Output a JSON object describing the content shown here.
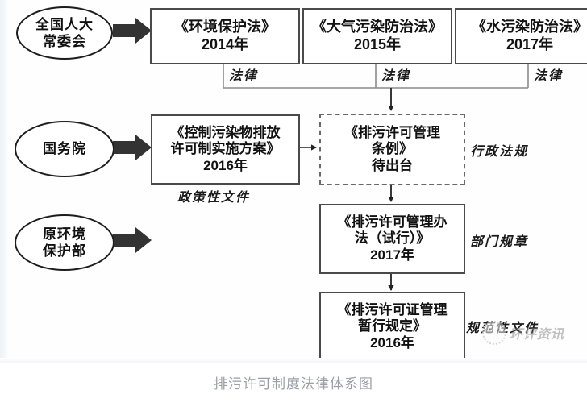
{
  "caption": "排污许可制度法律体系图",
  "diagram": {
    "title": "排污许可制度法律体系图",
    "actors": [
      {
        "id": "npc",
        "label_line1": "全国人大",
        "label_line2": "常委会"
      },
      {
        "id": "state-council",
        "label_line1": "国务院",
        "label_line2": ""
      },
      {
        "id": "mep",
        "label_line1": "原环境",
        "label_line2": "保护部"
      }
    ],
    "documents": [
      {
        "id": "env-protection-law",
        "line1": "《环境保护法》",
        "line2": "2014年",
        "line3": "",
        "tier_label": "法律",
        "style": "solid"
      },
      {
        "id": "air-pollution-law",
        "line1": "《大气污染防治法》",
        "line2": "2015年",
        "line3": "",
        "tier_label": "法律",
        "style": "solid"
      },
      {
        "id": "water-pollution-law",
        "line1": "《水污染防治法》",
        "line2": "2017年",
        "line3": "",
        "tier_label": "法律",
        "style": "solid"
      },
      {
        "id": "permit-implementation-plan",
        "line1": "《控制污染物排放",
        "line2": "许可制实施方案》",
        "line3": "2016年",
        "tier_label": "政策性文件",
        "style": "solid"
      },
      {
        "id": "permit-regulation",
        "line1": "《排污许可管理",
        "line2": "条例》",
        "line3": "待出台",
        "tier_label": "行政法规",
        "style": "dashed"
      },
      {
        "id": "permit-measures-trial",
        "line1": "《排污许可管理办",
        "line2": "法（试行）》",
        "line3": "2017年",
        "tier_label": "部门规章",
        "style": "solid"
      },
      {
        "id": "permit-interim-provisions",
        "line1": "《排污许可证管理",
        "line2": "暂行规定》",
        "line3": "2016年",
        "tier_label": "规范性文件",
        "style": "solid"
      }
    ],
    "edge_labels": {
      "law_1": "法律",
      "law_2": "法律",
      "law_3": "法律",
      "policy_doc": "政策性文件",
      "admin_regulation": "行政法规",
      "department_rule": "部门规章",
      "normative_doc": "规范性文件"
    },
    "watermark": {
      "text": "环评资讯",
      "logo_name": "panda-face-logo"
    },
    "colors": {
      "box_border": "#4a4a4a",
      "oval_border": "#1d1d1d",
      "arrow_fill": "#333333",
      "wire": "#8a8a8a",
      "caption_text": "#9a9fa6"
    }
  }
}
